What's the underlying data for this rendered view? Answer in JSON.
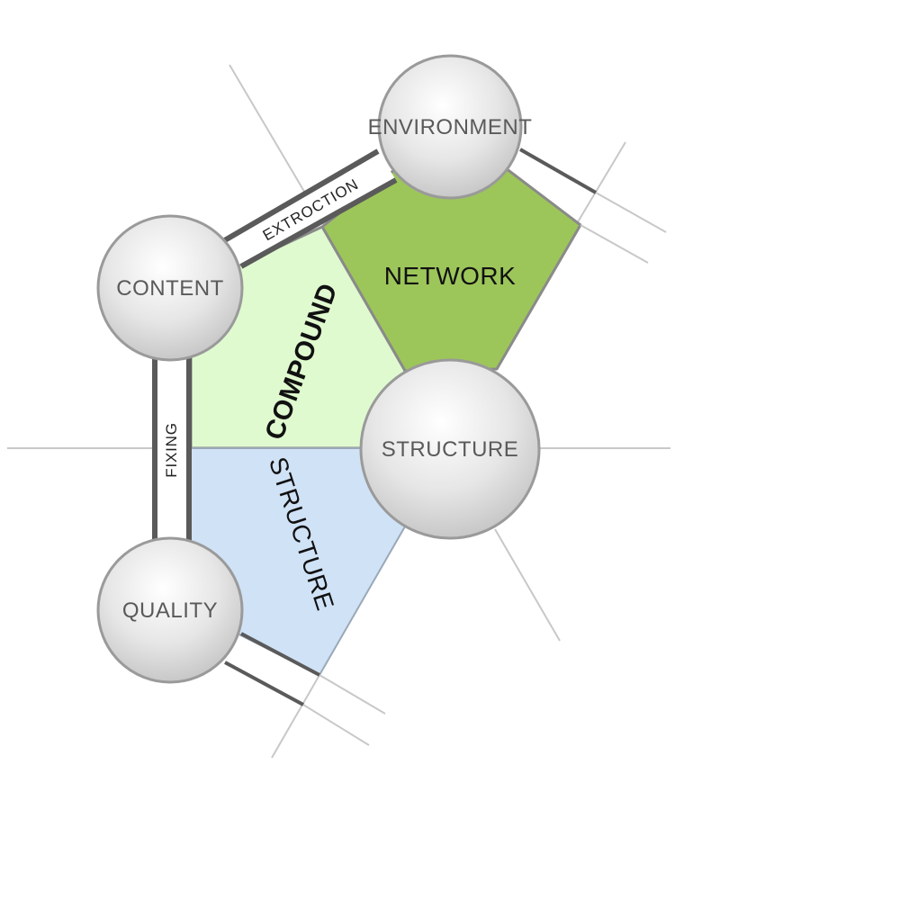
{
  "nodes": {
    "environment": {
      "label": "ENVIRONMENT"
    },
    "content": {
      "label": "CONTENT"
    },
    "structure": {
      "label": "STRUCTURE"
    },
    "quality": {
      "label": "QUALITY"
    }
  },
  "regions": {
    "network": {
      "label": "NETWORK",
      "color": "#9dc65a"
    },
    "compound": {
      "label": "COMPOUND",
      "color": "#e0fad0"
    },
    "structure": {
      "label": "STRUCTURE",
      "color": "#d0e2f6"
    }
  },
  "connectors": {
    "extraction": {
      "label": "EXTROCTION"
    },
    "fixing": {
      "label": "FIXING"
    }
  }
}
